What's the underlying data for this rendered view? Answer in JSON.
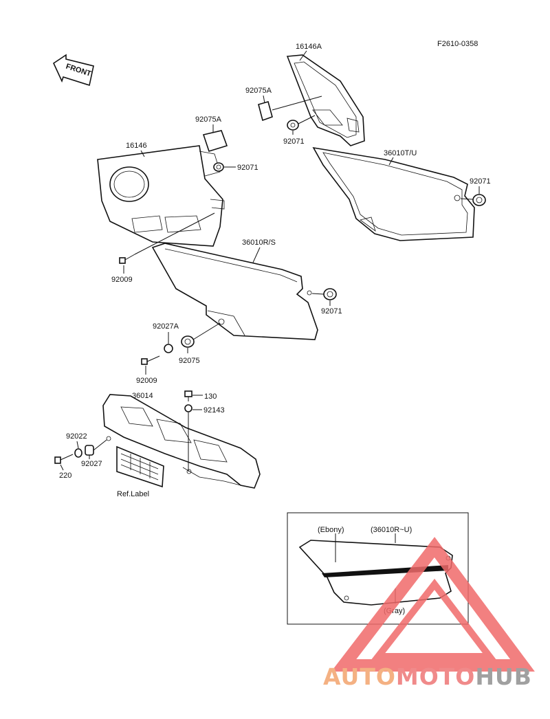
{
  "diagram": {
    "code": "F2610-0358",
    "front_arrow": "FRONT",
    "labels": {
      "p16146A": "16146A",
      "p92075A_top": "92075A",
      "p92071_top": "92071",
      "p36010TU": "36010T/U",
      "p92071_right": "92071",
      "p92075A_left": "92075A",
      "p16146": "16146",
      "p92071_mid": "92071",
      "p92009_upper": "92009",
      "p36010RS": "36010R/S",
      "p92071_lower": "92071",
      "p92027A": "92027A",
      "p92075": "92075",
      "p92009_lower": "92009",
      "p36014": "36014",
      "p130": "130",
      "p92143": "92143",
      "p92022": "92022",
      "p92027": "92027",
      "p220": "220",
      "ref_label": "Ref.Label"
    },
    "inset": {
      "ebony": "(Ebony)",
      "range": "(36010R~U)",
      "gray": "(Gray)"
    }
  },
  "watermark": {
    "part1": "AUTO",
    "part2": "MOTO",
    "part3": "HUB"
  },
  "colors": {
    "watermark_auto": "#f4b183",
    "watermark_moto": "#f08a8a",
    "watermark_hub": "#a0a0a0",
    "watermark_triangle": "#f06a6a"
  }
}
